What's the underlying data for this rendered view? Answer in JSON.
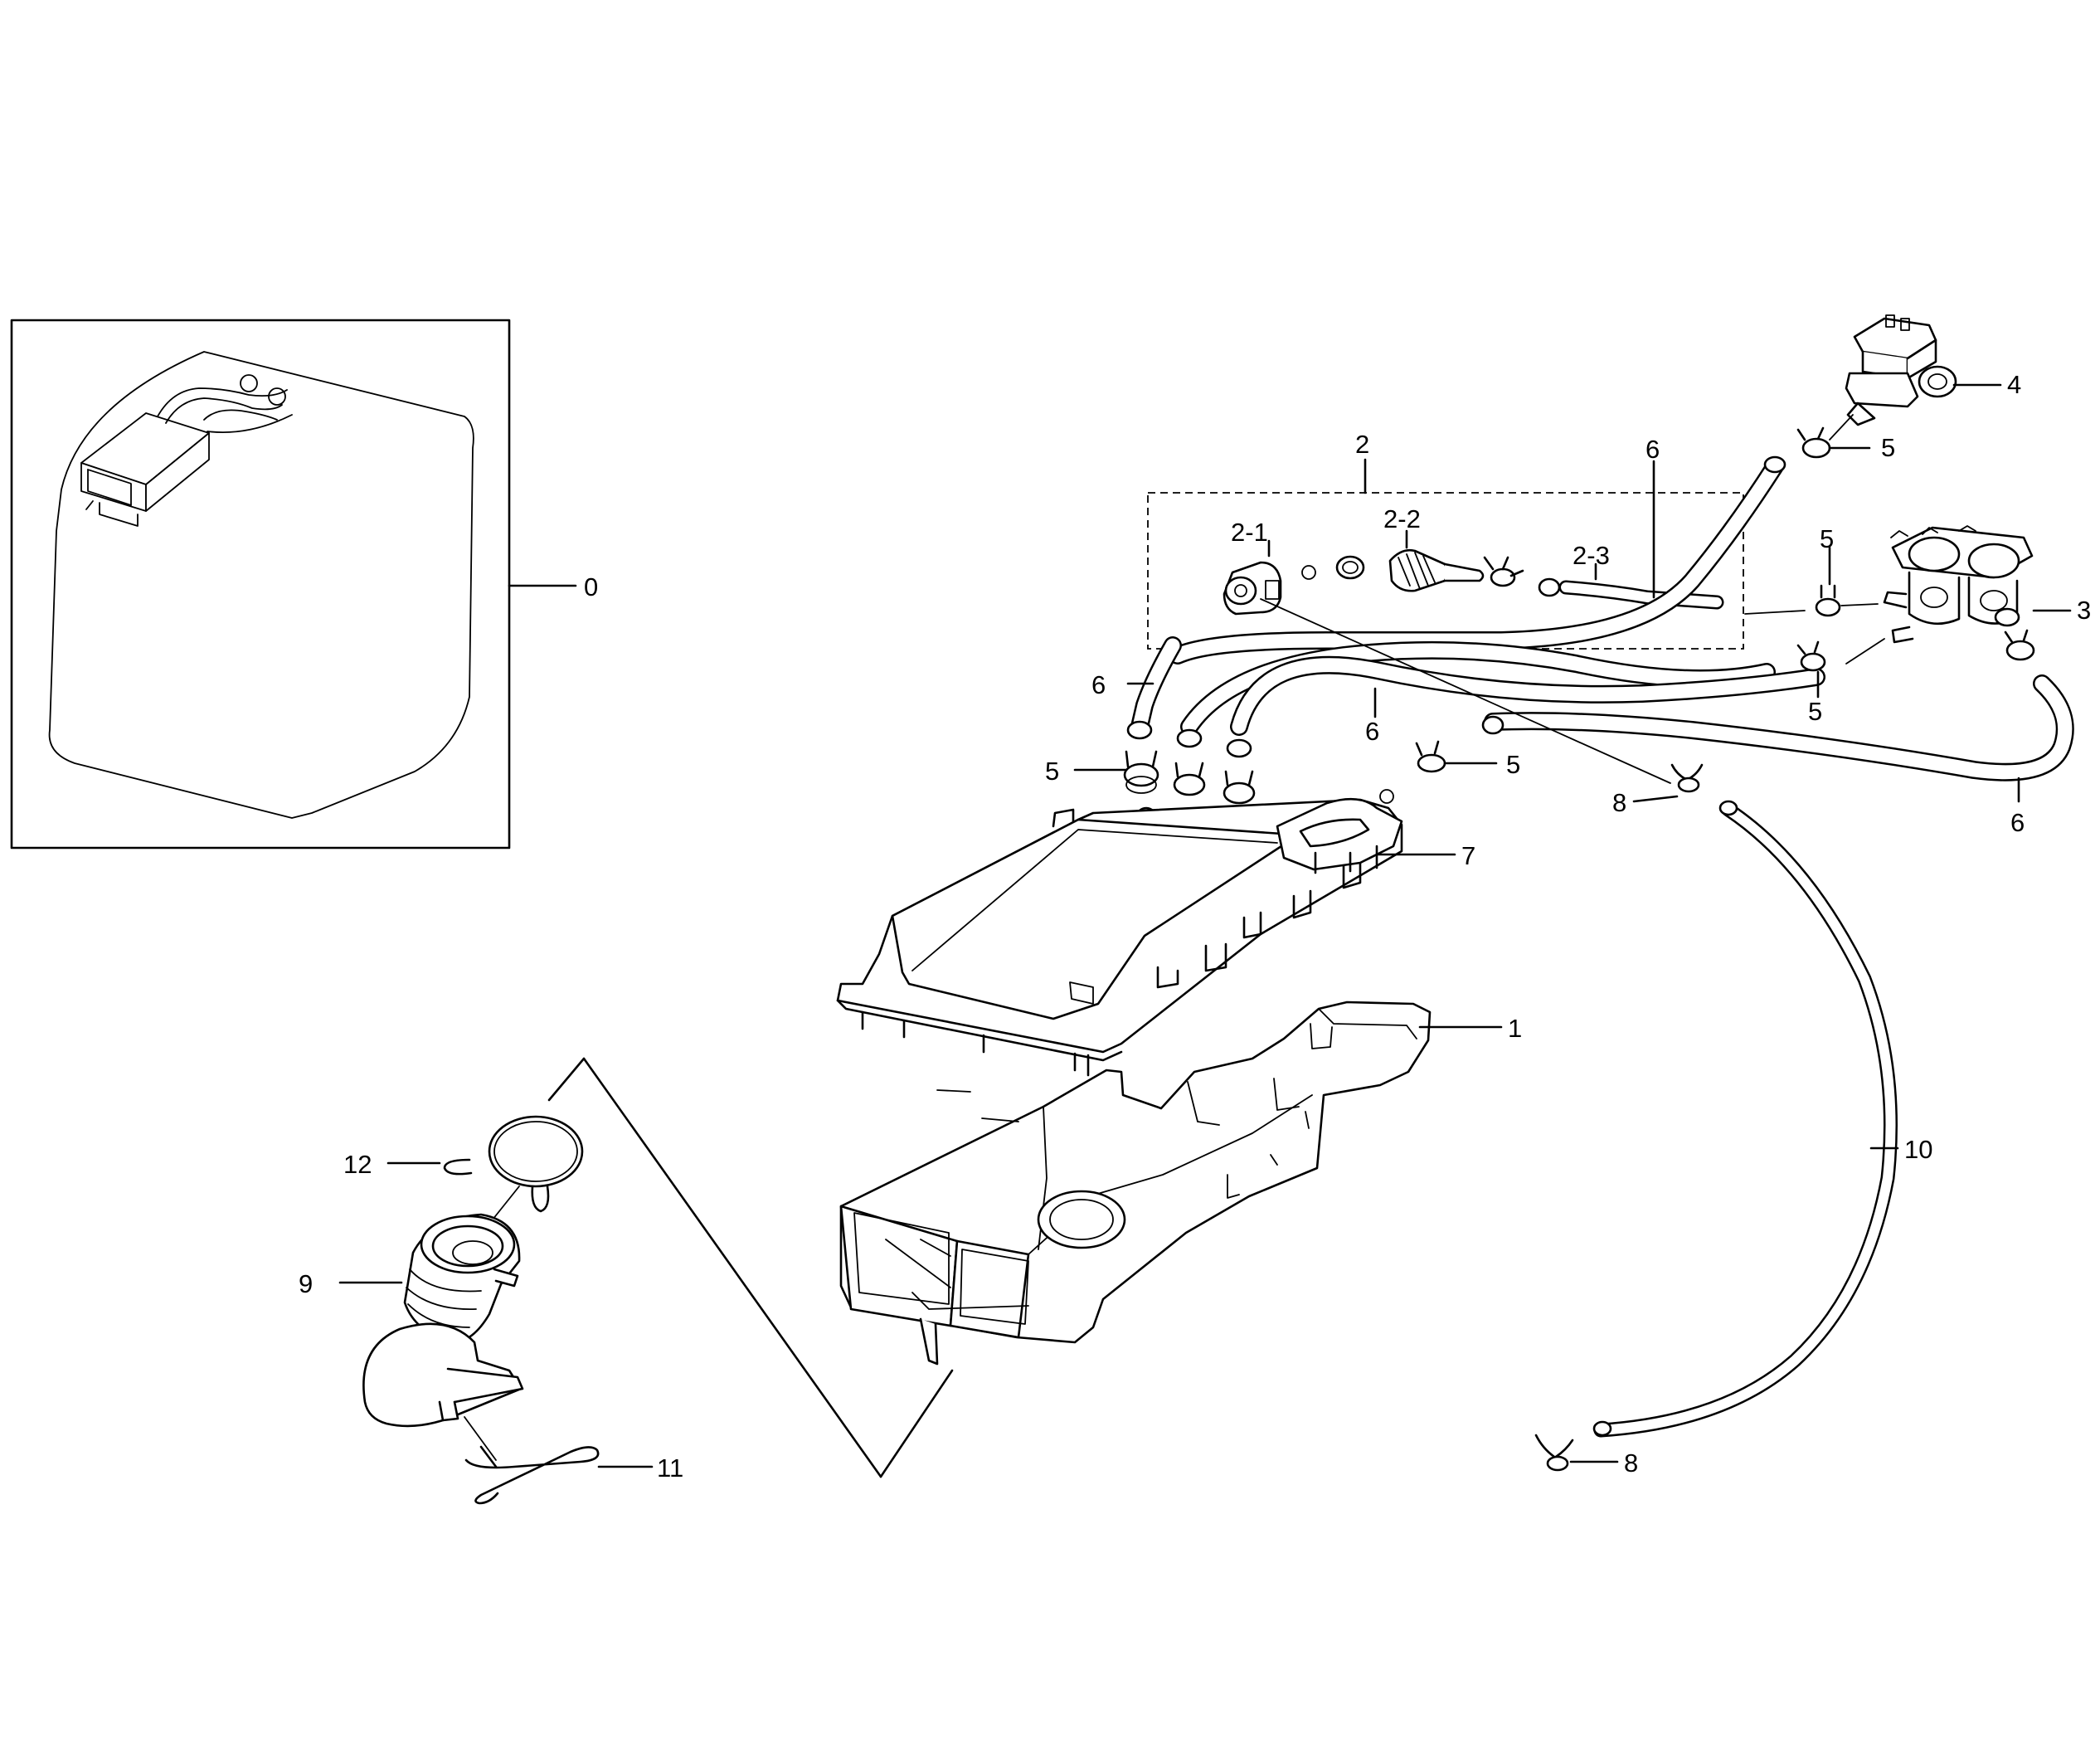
{
  "callouts": [
    {
      "id": "0",
      "label": "0"
    },
    {
      "id": "1",
      "label": "1"
    },
    {
      "id": "2",
      "label": "2"
    },
    {
      "id": "2-1",
      "label": "2-1"
    },
    {
      "id": "2-2",
      "label": "2-2"
    },
    {
      "id": "2-3",
      "label": "2-3"
    },
    {
      "id": "3",
      "label": "3"
    },
    {
      "id": "4",
      "label": "4"
    },
    {
      "id": "5a",
      "label": "5"
    },
    {
      "id": "5b",
      "label": "5"
    },
    {
      "id": "5c",
      "label": "5"
    },
    {
      "id": "5d",
      "label": "5"
    },
    {
      "id": "5e",
      "label": "5"
    },
    {
      "id": "6a",
      "label": "6"
    },
    {
      "id": "6b",
      "label": "6"
    },
    {
      "id": "6c",
      "label": "6"
    },
    {
      "id": "6d",
      "label": "6"
    },
    {
      "id": "7",
      "label": "7"
    },
    {
      "id": "8a",
      "label": "8"
    },
    {
      "id": "8b",
      "label": "8"
    },
    {
      "id": "9",
      "label": "9"
    },
    {
      "id": "10",
      "label": "10"
    },
    {
      "id": "11",
      "label": "11"
    },
    {
      "id": "12",
      "label": "12"
    }
  ]
}
